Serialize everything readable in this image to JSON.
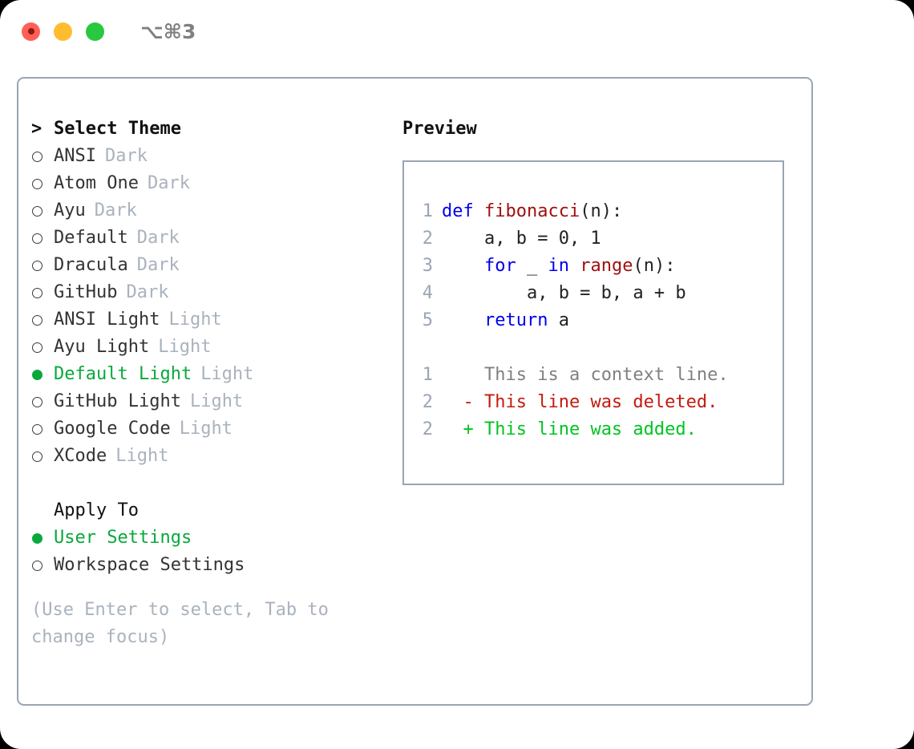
{
  "titlebar": {
    "shortcut": "⌥⌘3",
    "buttons": [
      {
        "name": "close",
        "color": "#ff5f57"
      },
      {
        "name": "minimize",
        "color": "#febc2e"
      },
      {
        "name": "maximize",
        "color": "#28c840"
      }
    ]
  },
  "colors": {
    "accent_green": "#0aa83c",
    "muted": "#aab2bd",
    "border": "#9aa5b5",
    "keyword": "#0000ee",
    "function": "#a01010",
    "diff_delete": "#c41a0f",
    "diff_add": "#00c421",
    "diff_context": "#808080"
  },
  "theme_list": {
    "header_marker": ">",
    "header": "Select Theme",
    "items": [
      {
        "marker": "ring",
        "name": "ANSI",
        "variant": "Dark",
        "selected": false
      },
      {
        "marker": "ring",
        "name": "Atom One",
        "variant": "Dark",
        "selected": false
      },
      {
        "marker": "ring",
        "name": "Ayu",
        "variant": "Dark",
        "selected": false
      },
      {
        "marker": "ring",
        "name": "Default",
        "variant": "Dark",
        "selected": false
      },
      {
        "marker": "ring",
        "name": "Dracula",
        "variant": "Dark",
        "selected": false
      },
      {
        "marker": "ring",
        "name": "GitHub",
        "variant": "Dark",
        "selected": false
      },
      {
        "marker": "ring",
        "name": "ANSI Light",
        "variant": "Light",
        "selected": false
      },
      {
        "marker": "ring",
        "name": "Ayu Light",
        "variant": "Light",
        "selected": false
      },
      {
        "marker": "dot",
        "name": "Default Light",
        "variant": "Light",
        "selected": true
      },
      {
        "marker": "ring",
        "name": "GitHub Light",
        "variant": "Light",
        "selected": false
      },
      {
        "marker": "ring",
        "name": "Google Code",
        "variant": "Light",
        "selected": false
      },
      {
        "marker": "ring",
        "name": "XCode",
        "variant": "Light",
        "selected": false
      }
    ]
  },
  "apply_to": {
    "title": "Apply To",
    "options": [
      {
        "marker": "dot",
        "label": "User Settings",
        "selected": true
      },
      {
        "marker": "ring",
        "label": "Workspace Settings",
        "selected": false
      }
    ]
  },
  "hint": "(Use Enter to select, Tab to change focus)",
  "preview": {
    "title": "Preview",
    "code_lines": [
      {
        "lineno": "1",
        "tokens": [
          {
            "t": "def ",
            "c": "kw"
          },
          {
            "t": "fibonacci",
            "c": "fn"
          },
          {
            "t": "(n):",
            "c": "pl"
          }
        ]
      },
      {
        "lineno": "2",
        "tokens": [
          {
            "t": "    a, b = 0, 1",
            "c": "pl"
          }
        ]
      },
      {
        "lineno": "3",
        "tokens": [
          {
            "t": "    ",
            "c": "pl"
          },
          {
            "t": "for",
            "c": "kw"
          },
          {
            "t": " _ ",
            "c": "pl"
          },
          {
            "t": "in",
            "c": "kw"
          },
          {
            "t": " ",
            "c": "pl"
          },
          {
            "t": "range",
            "c": "fn"
          },
          {
            "t": "(n):",
            "c": "pl"
          }
        ]
      },
      {
        "lineno": "4",
        "tokens": [
          {
            "t": "        a, b = b, a + b",
            "c": "pl"
          }
        ]
      },
      {
        "lineno": "5",
        "tokens": [
          {
            "t": "    ",
            "c": "pl"
          },
          {
            "t": "return",
            "c": "kw"
          },
          {
            "t": " a",
            "c": "pl"
          }
        ]
      }
    ],
    "diff_lines": [
      {
        "lineno": "1",
        "sign": " ",
        "text": " This is a context line.",
        "kind": "ctx"
      },
      {
        "lineno": "2",
        "sign": "-",
        "text": " This line was deleted.",
        "kind": "del"
      },
      {
        "lineno": "2",
        "sign": "+",
        "text": " This line was added.",
        "kind": "add"
      }
    ]
  }
}
